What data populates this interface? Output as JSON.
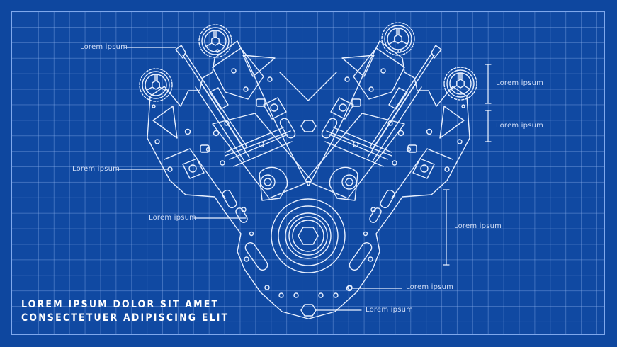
{
  "title": {
    "line1": "LOREM IPSUM DOLOR SIT AMET",
    "line2": "CONSECTETUER ADIPISCING ELIT"
  },
  "colors": {
    "background": "#0e479f",
    "grid": "#7fa8ec",
    "lines": "#e8f0ff",
    "label_text": "#cfdcf6",
    "title_text": "#ffffff"
  },
  "subject": "V-engine blueprint (front view)",
  "callouts": [
    {
      "id": "injector-left",
      "label": "Lorem ipsum"
    },
    {
      "id": "mount-hole-left",
      "label": "Lorem ipsum"
    },
    {
      "id": "slot-left",
      "label": "Lorem ipsum"
    },
    {
      "id": "dim-upper-1",
      "label": "Lorem ipsum"
    },
    {
      "id": "dim-upper-2",
      "label": "Lorem ipsum"
    },
    {
      "id": "dim-lower",
      "label": "Lorem ipsum"
    },
    {
      "id": "hole-bottom",
      "label": "Lorem ipsum"
    },
    {
      "id": "bolt-bottom",
      "label": "Lorem ipsum"
    }
  ]
}
